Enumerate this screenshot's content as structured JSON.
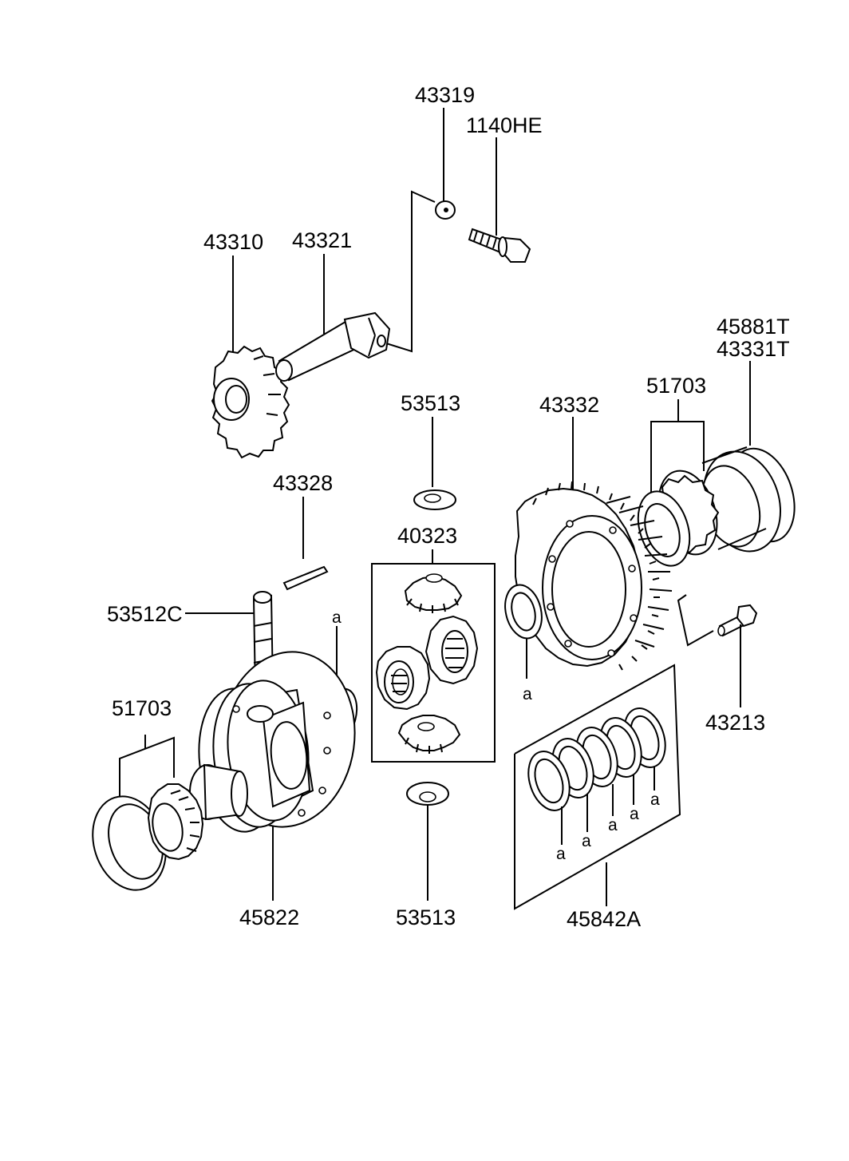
{
  "labels": {
    "p43319": "43319",
    "p1140HE": "1140HE",
    "p43310": "43310",
    "p43321": "43321",
    "p45881T": "45881T",
    "p43331T": "43331T",
    "p53513_top": "53513",
    "p43332": "43332",
    "p51703_right": "51703",
    "p43328": "43328",
    "p40323": "40323",
    "p53512C": "53512C",
    "p51703_left": "51703",
    "p43213": "43213",
    "p45822": "45822",
    "p53513_bottom": "53513",
    "p45842A": "45842A"
  },
  "callouts": {
    "a": "a"
  }
}
